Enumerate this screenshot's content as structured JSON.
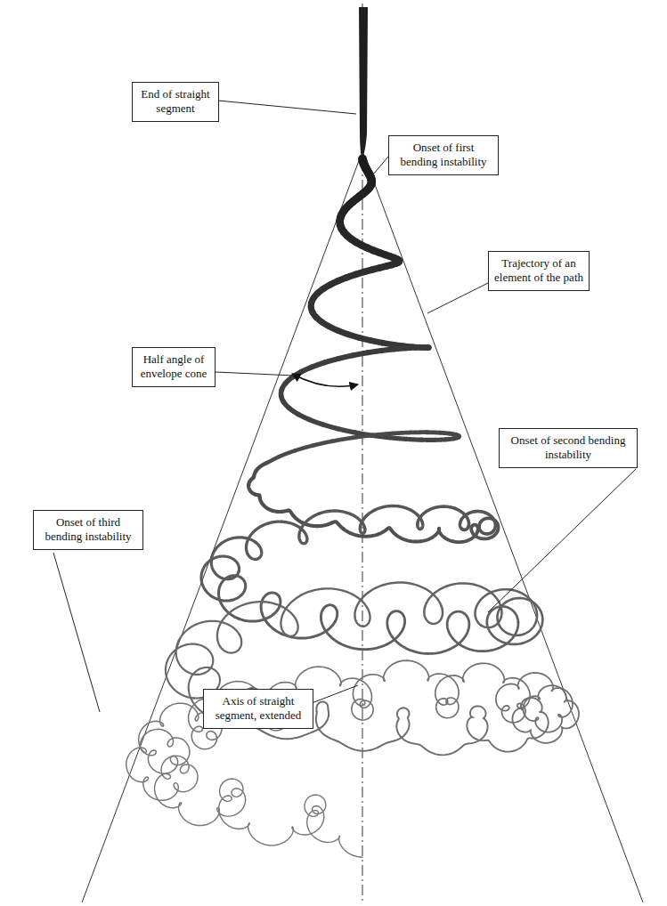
{
  "diagram": {
    "nodes": [
      {
        "text": [
          "End of straight segment"
        ]
      },
      {
        "text": [
          "Onset of first bending instability"
        ]
      },
      {
        "text": [
          "Trajectory of an element of the path"
        ]
      },
      {
        "text": [
          "Half angle of envelope cone"
        ]
      },
      {
        "text": [
          "Onset of second bending instability"
        ]
      },
      {
        "text": [
          "Onset of third bending instability"
        ]
      },
      {
        "text": [
          "Axis of straight segment, extended"
        ]
      }
    ]
  }
}
